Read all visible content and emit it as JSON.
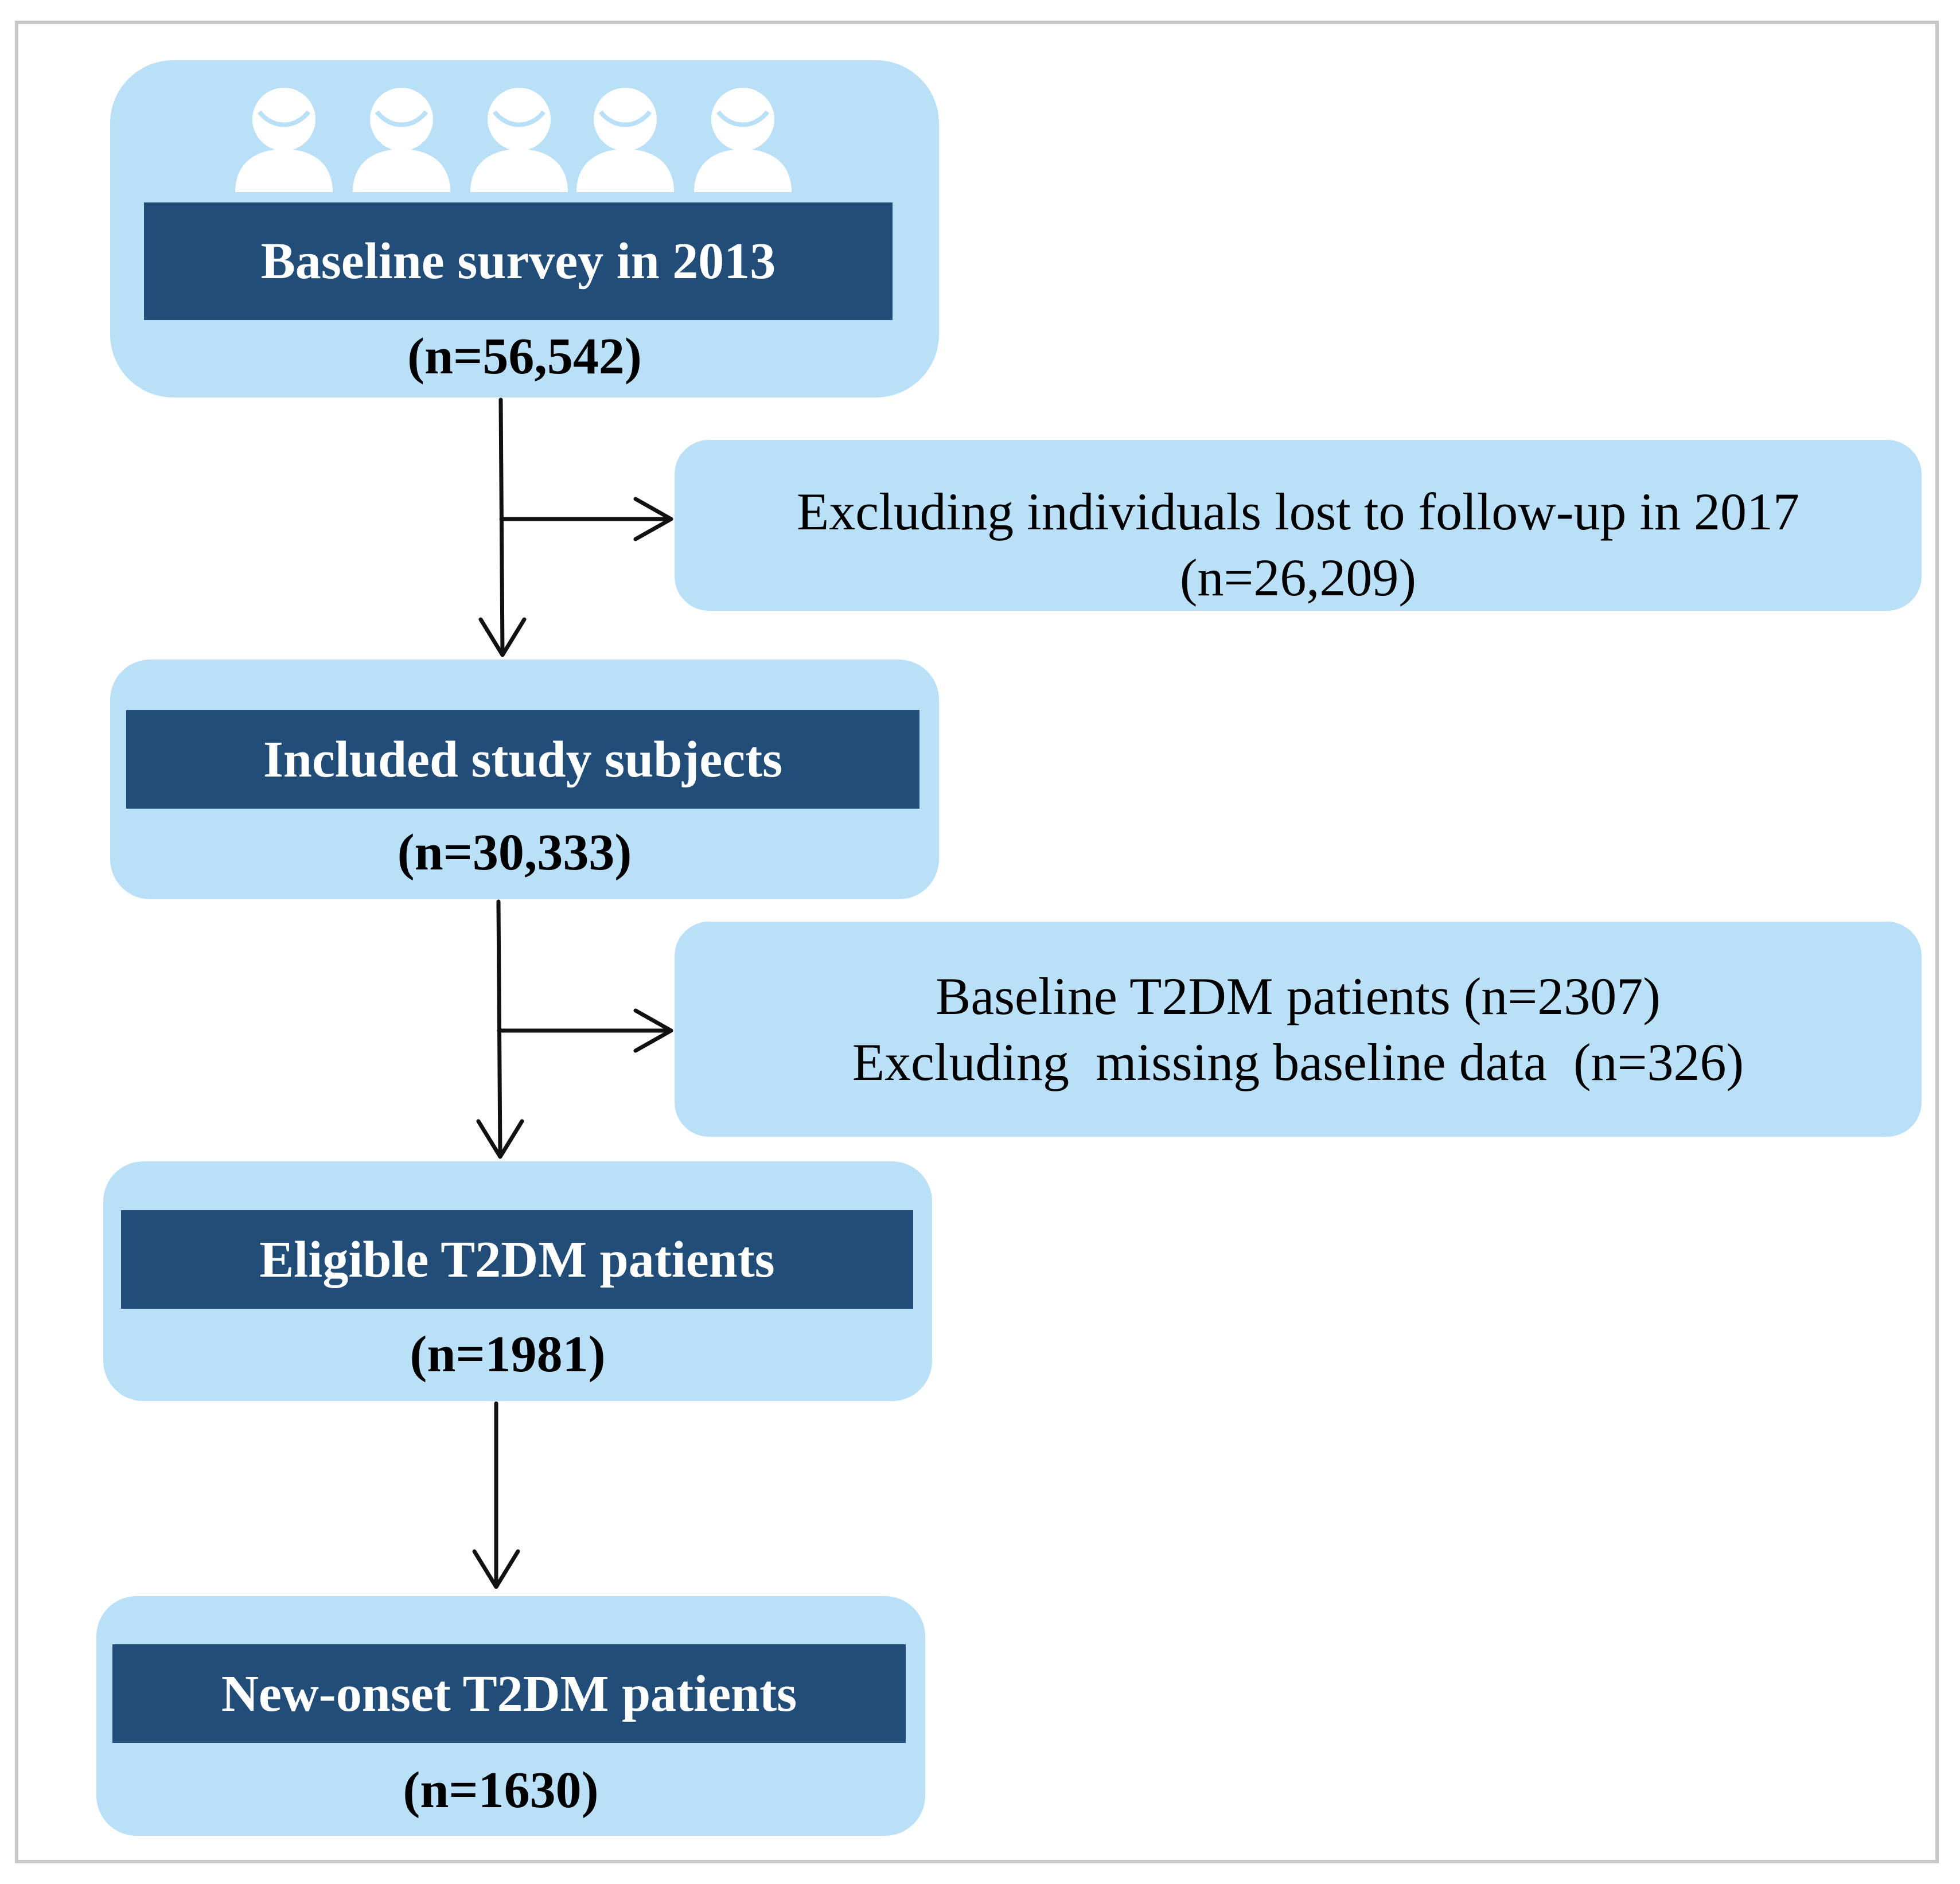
{
  "flowchart": {
    "stage_1": {
      "title": "Baseline survey in 2013",
      "count": "(n=56,542)",
      "icon": "people-icon"
    },
    "exclusion_1": {
      "line_1": "Excluding individuals lost to follow-up in 2017",
      "line_2": "(n=26,209)"
    },
    "stage_2": {
      "title": "Included study subjects",
      "count": "(n=30,333)"
    },
    "exclusion_2": {
      "line_1": "Baseline T2DM patients (n=2307)",
      "line_2": "Excluding  missing baseline data  (n=326)"
    },
    "stage_3": {
      "title": "Eligible T2DM patients",
      "count": "(n=1981)"
    },
    "stage_4": {
      "title": "New-onset T2DM patients",
      "count": "(n=1630)"
    }
  },
  "colors": {
    "panel": "#b9e0f7",
    "banner": "#214d78",
    "banner_text": "#ffffff",
    "arrow": "#111111"
  }
}
